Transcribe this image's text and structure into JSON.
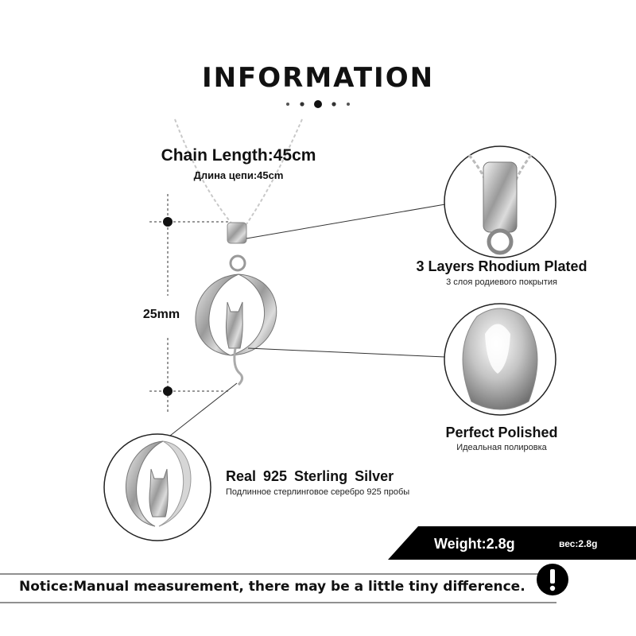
{
  "header": {
    "title": "INFORMATION"
  },
  "chain": {
    "length_label": "Chain Length:45cm",
    "length_label_ru": "Длина цепи:45cm"
  },
  "pendant": {
    "size_label": "25mm"
  },
  "features": [
    {
      "title": "3 Layers Rhodium Plated",
      "subtitle": "3 слоя родиевого покрытия"
    },
    {
      "title": "Perfect  Polished",
      "subtitle": "Идеальная полировка"
    },
    {
      "title": "Real 925  Sterling  Silver",
      "subtitle": "Подлинное стерлинговое серебро 925 пробы"
    }
  ],
  "weight": {
    "label": "Weight:2.8g",
    "label_ru": "вес:2.8g"
  },
  "notice": {
    "text": "Notice:Manual measurement, there may be a little tiny difference.",
    "icon": "exclamation-icon"
  },
  "colors": {
    "text": "#111111",
    "band": "#000000",
    "silver": "#b8b8b8"
  }
}
